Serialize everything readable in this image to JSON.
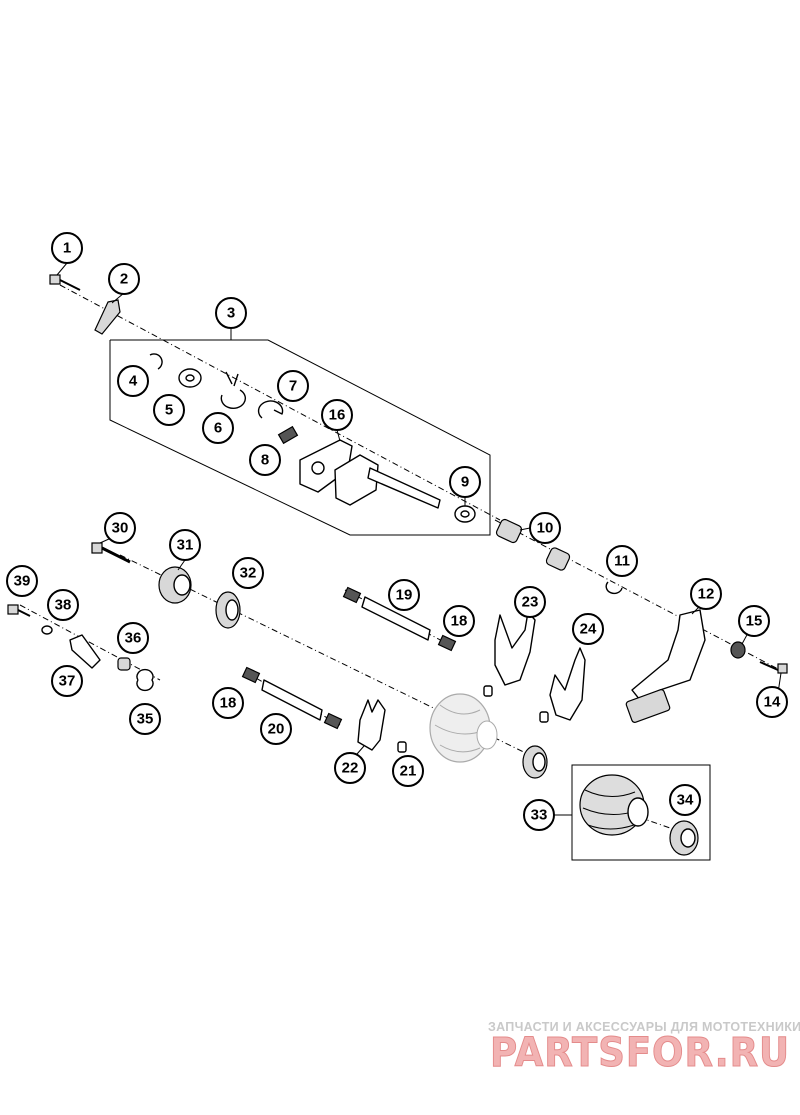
{
  "callouts": [
    {
      "id": "1",
      "label": "1"
    },
    {
      "id": "2",
      "label": "2"
    },
    {
      "id": "3",
      "label": "3"
    },
    {
      "id": "4",
      "label": "4"
    },
    {
      "id": "5",
      "label": "5"
    },
    {
      "id": "6",
      "label": "6"
    },
    {
      "id": "7",
      "label": "7"
    },
    {
      "id": "8",
      "label": "8"
    },
    {
      "id": "9",
      "label": "9"
    },
    {
      "id": "10",
      "label": "10"
    },
    {
      "id": "11",
      "label": "11"
    },
    {
      "id": "12",
      "label": "12"
    },
    {
      "id": "14",
      "label": "14"
    },
    {
      "id": "15",
      "label": "15"
    },
    {
      "id": "16",
      "label": "16"
    },
    {
      "id": "18a",
      "label": "18"
    },
    {
      "id": "18b",
      "label": "18"
    },
    {
      "id": "19",
      "label": "19"
    },
    {
      "id": "20",
      "label": "20"
    },
    {
      "id": "21",
      "label": "21"
    },
    {
      "id": "22",
      "label": "22"
    },
    {
      "id": "23",
      "label": "23"
    },
    {
      "id": "24",
      "label": "24"
    },
    {
      "id": "30",
      "label": "30"
    },
    {
      "id": "31",
      "label": "31"
    },
    {
      "id": "32",
      "label": "32"
    },
    {
      "id": "33",
      "label": "33"
    },
    {
      "id": "34",
      "label": "34"
    },
    {
      "id": "35",
      "label": "35"
    },
    {
      "id": "36",
      "label": "36"
    },
    {
      "id": "37",
      "label": "37"
    },
    {
      "id": "38",
      "label": "38"
    },
    {
      "id": "39",
      "label": "39"
    }
  ],
  "watermark": {
    "tagline": "ЗАПЧАСТИ И АКСЕССУАРЫ ДЛЯ МОТОТЕХНИКИ",
    "brand": "PARTSFOR.RU"
  }
}
